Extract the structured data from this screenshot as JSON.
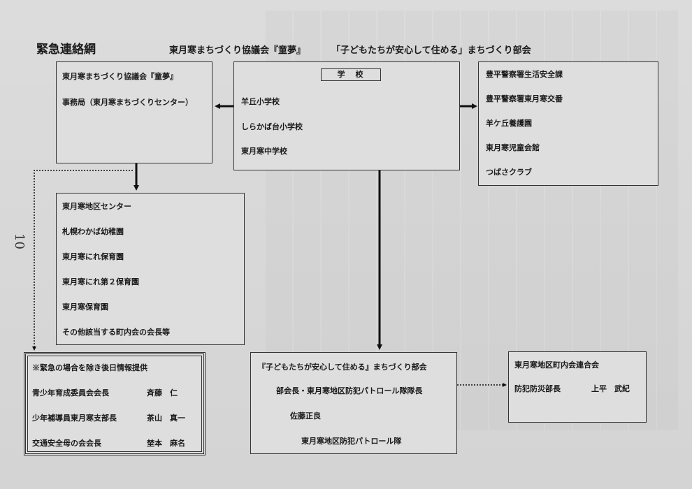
{
  "header": {
    "title": "緊急連絡網",
    "organization": "東月寒まちづくり協議会『童夢』",
    "subcommittee": "「子どもたちが安心して住める」まちづくり部会"
  },
  "page_number": "10",
  "council_box": {
    "line1": "東月寒まちづくり協議会『童夢』",
    "line2": "事務局（東月寒まちづくりセンター）"
  },
  "school_box": {
    "title": "学　校",
    "schools": [
      "羊丘小学校",
      "しらかば台小学校",
      "東月寒中学校"
    ]
  },
  "police_box": {
    "items": [
      "豊平警察署生活安全課",
      "豊平警察署東月寒交番",
      "羊ケ丘養護園",
      "東月寒児童会館",
      "つばさクラブ"
    ]
  },
  "center_box": {
    "items": [
      "東月寒地区センター",
      "札幌わかば幼稚園",
      "東月寒にれ保育園",
      "東月寒にれ第２保育園",
      "東月寒保育園",
      "その他該当する町内会の会長等"
    ]
  },
  "notice_box": {
    "title": "※緊急の場合を除き後日情報提供",
    "rows": [
      {
        "role": "青少年育成委員会会長",
        "name": "斉藤　仁"
      },
      {
        "role": "少年補導員東月寒支部長",
        "name": "茶山　真一"
      },
      {
        "role": "交通安全母の会会長",
        "name": "埜本　麻名"
      }
    ]
  },
  "subcommittee_box": {
    "title": "『子どもたちが安心して住める』まちづくり部会",
    "role": "部会長・東月寒地区防犯パトロール隊隊長",
    "name": "佐藤正良",
    "unit": "東月寒地区防犯パトロール隊"
  },
  "federation_box": {
    "title": "東月寒地区町内会連合会",
    "role": "防犯防災部長",
    "name": "上平　武紀"
  }
}
